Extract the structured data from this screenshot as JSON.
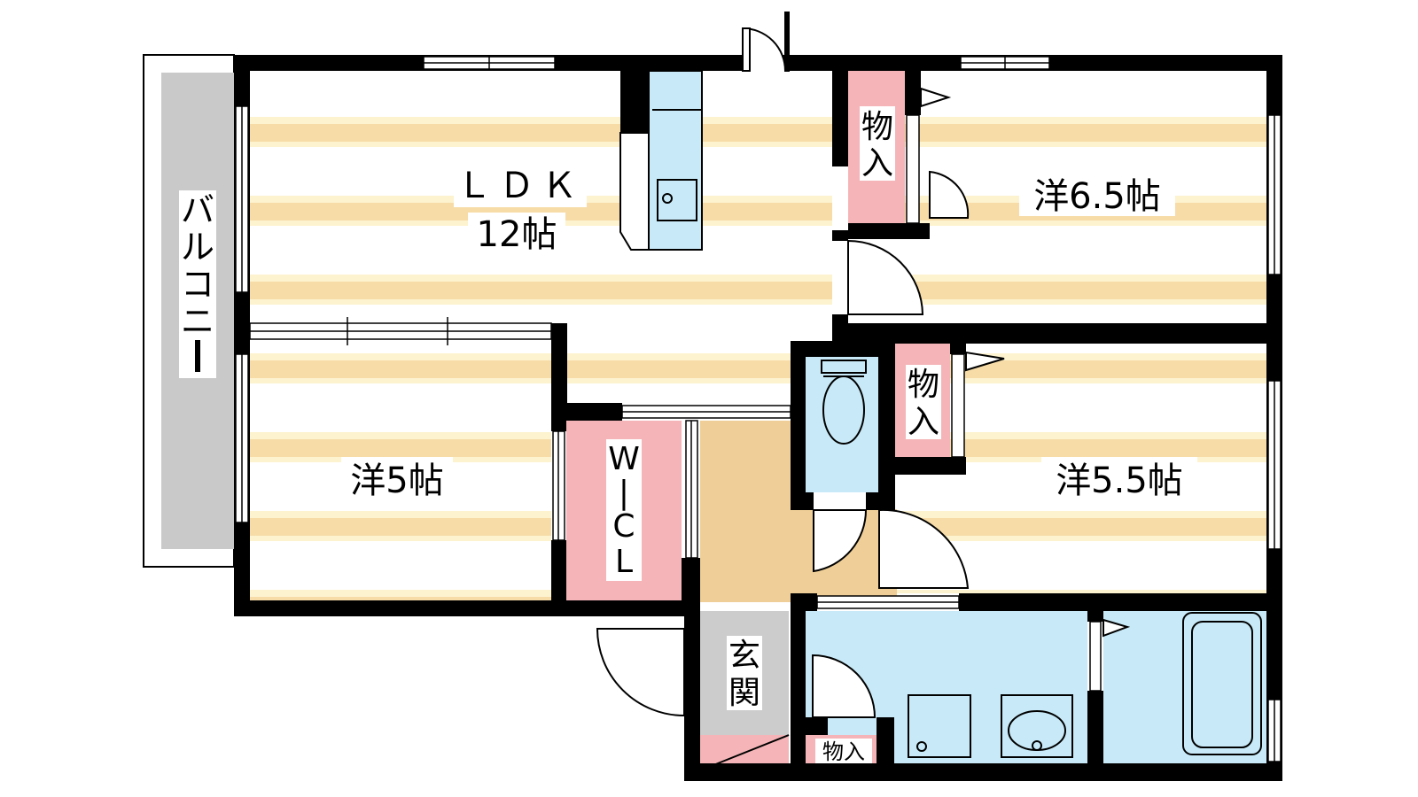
{
  "floor_plan": {
    "colors": {
      "wall": "#000000",
      "floor_stripe": "#f7dca8",
      "floor_stripe_light": "#fdf3cf",
      "wet_area": "#c8eaf8",
      "storage": "#f5b5b8",
      "entrance_hall": "#efcf97",
      "entrance_floor": "#cccccc",
      "balcony": "#c9c9c9"
    },
    "rooms": {
      "ldk": {
        "name": "ＬＤＫ",
        "size": "12帖"
      },
      "west_6_5": {
        "label": "洋6.5帖"
      },
      "west_5": {
        "label": "洋5帖"
      },
      "west_5_5": {
        "label": "洋5.5帖"
      },
      "wicl": {
        "label": "W\nC\nL",
        "chars": [
          "W",
          "|",
          "C",
          "L"
        ]
      },
      "entrance": {
        "chars": [
          "玄",
          "関"
        ]
      },
      "balcony": {
        "chars": [
          "バ",
          "ル",
          "コ",
          "ニ",
          "ー"
        ]
      },
      "storage_upper": {
        "chars": [
          "物",
          "入"
        ]
      },
      "storage_middle": {
        "chars": [
          "物",
          "入"
        ]
      },
      "storage_lower": {
        "label": "物入"
      }
    }
  }
}
